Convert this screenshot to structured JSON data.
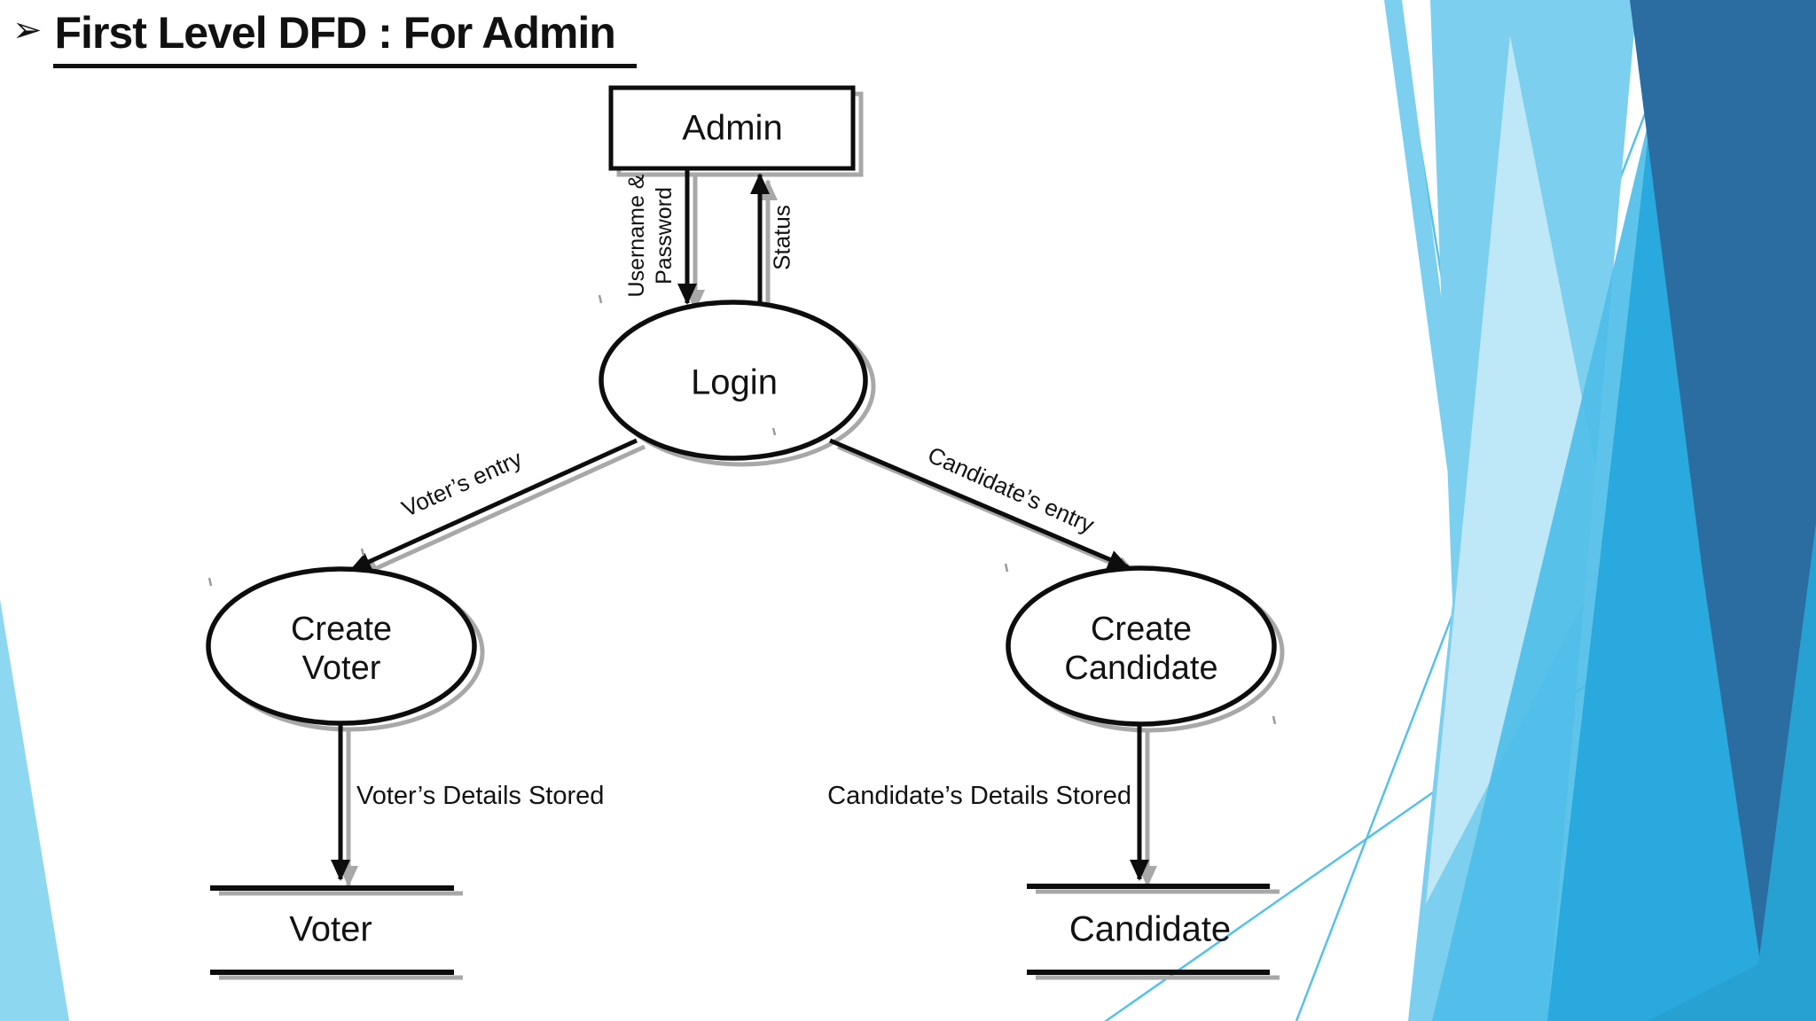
{
  "title": {
    "bullet": "➢",
    "text": "First Level DFD : For Admin"
  },
  "nodes": {
    "admin": "Admin",
    "login": "Login",
    "create_voter": {
      "line1": "Create",
      "line2": "Voter"
    },
    "create_candidate": {
      "line1": "Create",
      "line2": "Candidate"
    },
    "store_voter": "Voter",
    "store_candidate": "Candidate"
  },
  "flows": {
    "username_password": {
      "line1": "Username &",
      "line2": "Password"
    },
    "status": "Status",
    "voters_entry": "Voter’s entry",
    "candidates_entry": "Candidate’s entry",
    "voters_details": "Voter’s Details Stored",
    "candidates_details": "Candidate’s Details Stored"
  },
  "palette": {
    "stroke_black": "#0d0d0d",
    "shadow_gray": "#a8a8a8",
    "decor_light_blue": "#7ccfee",
    "decor_light_mid_blue": "#4cbce8",
    "decor_mid_blue": "#29a9dd",
    "decor_dark_blue": "#2b6da1",
    "decor_right_wedge": "#27a0d2",
    "decor_corner_wedge": "#8dd7f1",
    "decor_thin_line": "#56c1e7"
  }
}
